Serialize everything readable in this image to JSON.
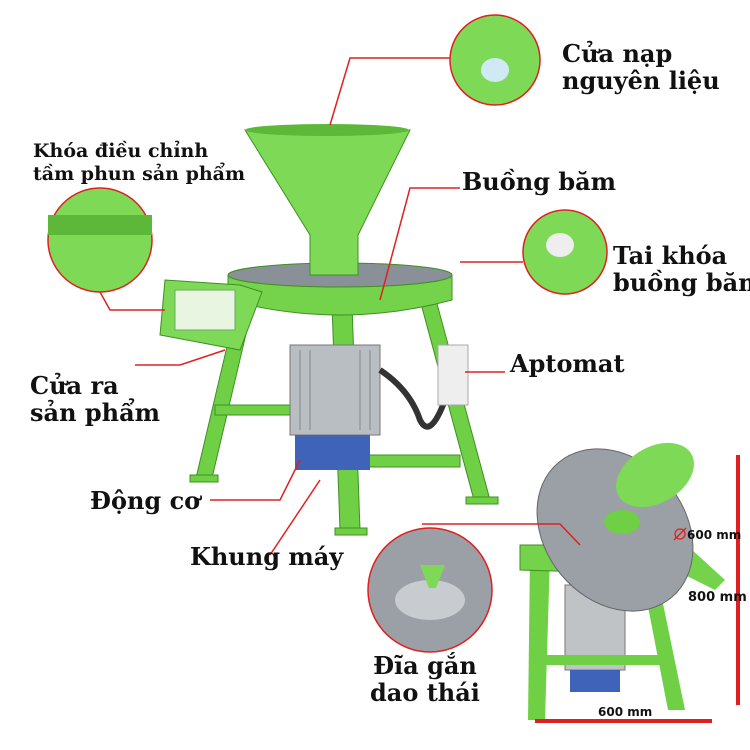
{
  "labels": {
    "feed_door": [
      "Cửa nạp",
      "nguyên liệu"
    ],
    "spray_lock": [
      "Khóa điều chỉnh",
      "tầm phun sản phẩm"
    ],
    "chamber": "Buồng băm",
    "chamber_lock": [
      "Tai khóa",
      "buồng băm"
    ],
    "breaker": "Aptomat",
    "outlet": [
      "Cửa ra",
      "sản phẩm"
    ],
    "motor": "Động cơ",
    "frame": "Khung máy",
    "blade_disc": [
      "Đĩa gắn",
      "dao thái"
    ]
  },
  "dimensions": {
    "diameter": "600 mm",
    "height": "800 mm",
    "width": "600 mm"
  },
  "colors": {
    "machine": "#7ed957",
    "dark_green": "#4fa82e",
    "leader": "#e02020"
  }
}
